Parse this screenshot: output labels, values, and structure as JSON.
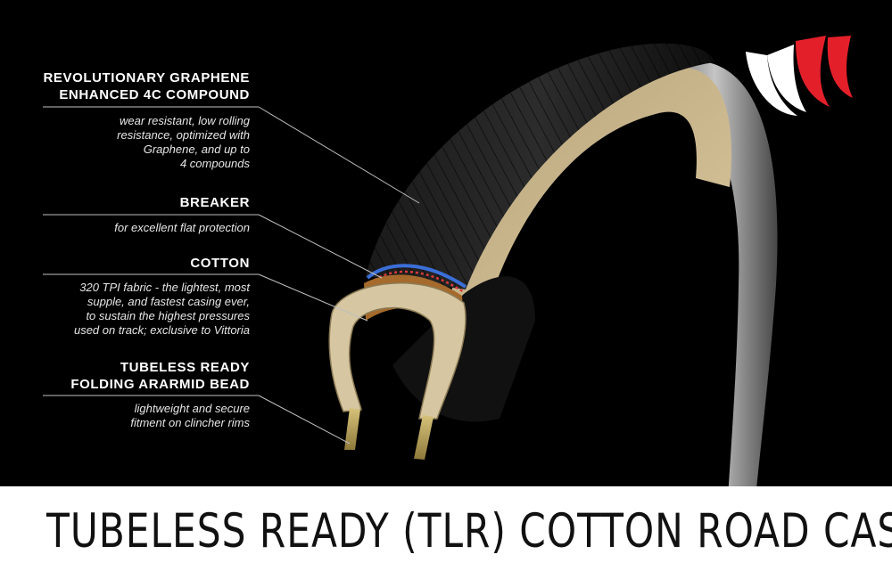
{
  "callouts": [
    {
      "heading": "REVOLUTIONARY GRAPHENE\nENHANCED 4C COMPOUND",
      "description": "wear resistant, low rolling\nresistance, optimized with\nGraphene, and up to\n4 compounds"
    },
    {
      "heading": "BREAKER",
      "description": "for excellent flat protection"
    },
    {
      "heading": "COTTON",
      "description": "320 TPI fabric - the lightest, most\nsupple, and fastest casing ever,\nto sustain the highest pressures\nused on track; exclusive to Vittoria"
    },
    {
      "heading": "TUBELESS READY\nFOLDING ARARMID BEAD",
      "description": "lightweight and secure\nfitment on clincher rims"
    }
  ],
  "banner": {
    "title": "TUBELESS READY (TLR) COTTON ROAD CASING"
  },
  "colors": {
    "background": "#000000",
    "banner": "#ffffff",
    "tan_sidewall": "#c8b48a",
    "casing_cotton": "#a56a2c",
    "logo_red": "#e3202a"
  }
}
